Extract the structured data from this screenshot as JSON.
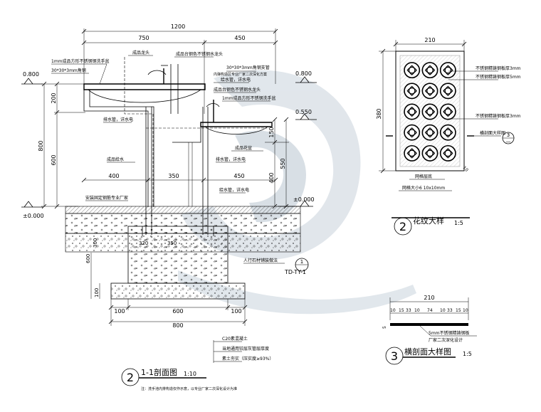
{
  "section": {
    "dims": {
      "overall": "1200",
      "left_top": "750",
      "right_top": "450",
      "h200": "200",
      "h800": "800",
      "h600": "600",
      "h150": "150",
      "h550": "550",
      "h400v": "400",
      "w400": "400",
      "w350": "350",
      "w450": "450",
      "f320": "320",
      "f350": "350",
      "f600v": "600",
      "f100v": "100",
      "f100a": "100",
      "f600": "600",
      "f100b": "100",
      "f800": "800",
      "f300": "300"
    },
    "levels": {
      "top_left": "0.800",
      "top_right": "0.800",
      "mid_right": "0.550",
      "zero_right": "±0.000",
      "zero_left": "±0.000"
    },
    "notes": {
      "n1": "1mm成品方形不锈钢钢洗手盆",
      "n2": "30*30*3mm角钢",
      "n3": "成品龙头",
      "n4": "成品台钢色不锈钢水龙头",
      "n5": "30*30*3mm角钢支管",
      "n6": "内弹构造区专业厂家二次深化方案",
      "n7": "给水管，详水电",
      "n8": "成品台钢色不锈钢水龙头",
      "n9": "1mm成品方形不锈钢洗手盆",
      "n10": "排水管，详水电",
      "n11": "成品花盆",
      "n12": "排水管，详水电",
      "n13": "成品给水",
      "n14": "给水管，详水电",
      "n15": "安装固定钢筋专业厂家",
      "n16": "人行石材铺装做法",
      "n17": "C20素混凝土",
      "n18": "当地通用铰层灰管层厚度",
      "n19": "素土夯实（压实度≥93%）"
    },
    "callout": {
      "num": "1",
      "code": "TD-TY-1"
    },
    "title": {
      "num": "2",
      "label": "1-1剖面图",
      "scale": "1:10"
    },
    "footnote": "注：洗手池内排构造仅作示意，以专业厂家二次深化设计为准"
  },
  "pattern": {
    "dims": {
      "width": "210",
      "height": "380"
    },
    "notes": {
      "p1": "不锈钢精铸钢板厚3mm",
      "p2": "不锈钢精铸钢板厚5mm",
      "p3": "不锈钢精铸钢板厚3mm",
      "p4": "横剖面大样图",
      "p5": "网格层底",
      "p6": "网格大小6 10x10mm",
      "p7": "10"
    },
    "callout": {
      "num": "3",
      "sub": "—"
    },
    "title": {
      "num": "2",
      "label": "花纹大样",
      "scale": "1:5"
    }
  },
  "cross": {
    "dims": {
      "total": "210",
      "d1": "10",
      "d2": "15",
      "d3": "33",
      "d4": "10",
      "d5": "74",
      "d6": "10",
      "d7": "33",
      "d8": "15",
      "d9": "10",
      "side": "5"
    },
    "notes": {
      "c1": "5mm不锈钢精铸钢板",
      "c2": "厂家二次深化设计"
    },
    "title": {
      "num": "3",
      "label": "横剖面大样图",
      "scale": "1:5"
    }
  }
}
